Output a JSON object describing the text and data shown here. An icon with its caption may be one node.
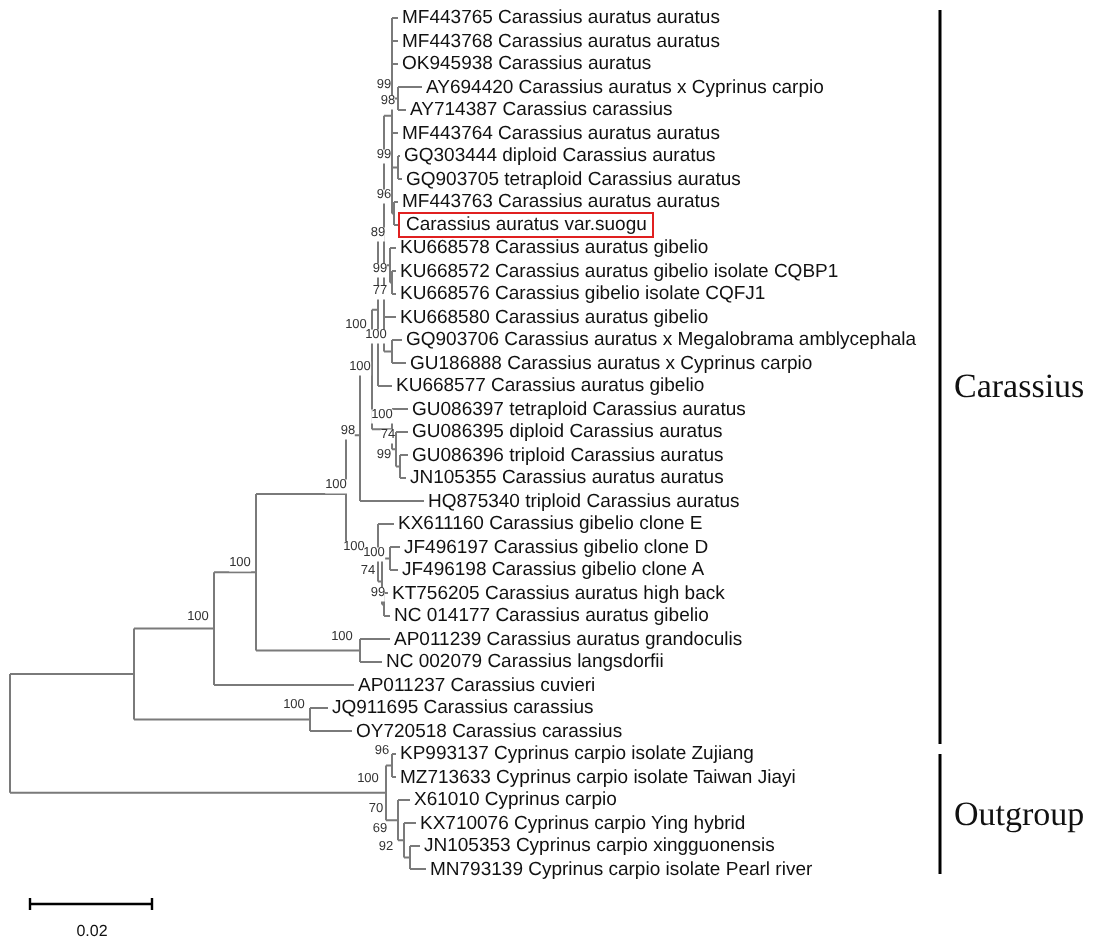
{
  "diagram": {
    "nodes": [
      {
        "text": [
          "Carassius auratus var.suogu"
        ]
      }
    ],
    "labels": [
      "MF443765 Carassius auratus auratus",
      "MF443768 Carassius auratus auratus",
      "OK945938 Carassius auratus",
      "99",
      "AY694420 Carassius auratus x Cyprinus carpio",
      "98",
      "AY714387 Carassius carassius",
      "MF443764 Carassius auratus auratus",
      "99",
      "GQ303444 diploid Carassius auratus",
      "GQ903705 tetraploid Carassius auratus",
      "96",
      "MF443763 Carassius auratus auratus",
      "89",
      "KU668578 Carassius auratus gibelio",
      "99",
      "KU668572 Carassius auratus gibelio isolate CQBP1",
      "77",
      "KU668576 Carassius gibelio isolate CQFJ1",
      "KU668580 Carassius auratus gibelio",
      "100",
      "100",
      "GQ903706 Carassius auratus x Megalobrama amblycephala",
      "GU186888 Carassius auratus x Cyprinus carpio",
      "100",
      "KU668577 Carassius auratus gibelio",
      "GU086397 tetraploid Carassius auratus",
      "100",
      "98",
      "74",
      "GU086395 diploid Carassius auratus",
      "99",
      "GU086396 triploid Carassius auratus",
      "JN105355 Carassius auratus auratus",
      "100",
      "HQ875340 triploid Carassius auratus",
      "KX611160 Carassius gibelio clone E",
      "100",
      "100",
      "100",
      "JF496197 Carassius gibelio clone D",
      "74",
      "JF496198 Carassius gibelio clone A",
      "99",
      "KT756205 Carassius auratus high back",
      "NC 014177 Carassius auratus gibelio",
      "100",
      "100",
      "AP011239 Carassius auratus grandoculis",
      "NC 002079 Carassius langsdorfii",
      "AP011237 Carassius cuvieri",
      "100",
      "JQ911695 Carassius carassius",
      "OY720518 Carassius carassius",
      "96",
      "KP993137 Cyprinus carpio isolate Zujiang",
      "100",
      "MZ713633 Cyprinus carpio isolate Taiwan Jiayi",
      "X61010 Cyprinus carpio",
      "70",
      "KX710076 Cyprinus carpio Ying hybrid",
      "69",
      "JN105353 Cyprinus carpio xingguonensis",
      "92",
      "MN793139 Cyprinus carpio isolate Pearl river",
      "Carassius",
      "Outgroup",
      "0.02"
    ]
  }
}
